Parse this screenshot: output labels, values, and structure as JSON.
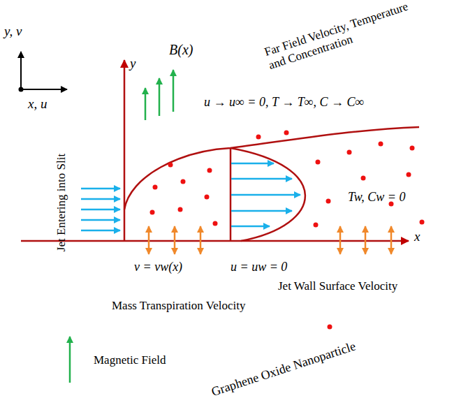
{
  "diagram": {
    "labels": [
      "y, v",
      "x, u",
      "y",
      "B(x)",
      "Far Field Velocity, Temperature and Concentration",
      "u → u∞ = 0, T → T∞, C → C∞",
      "Jet Entering into Slit",
      "Tw, Cw = 0",
      "x",
      "v = vw(x)",
      "u = uw = 0",
      "Jet Wall Surface Velocity",
      "Mass Transpiration Velocity"
    ],
    "legend": [
      {
        "text": "Magnetic Field"
      },
      {
        "text": "Graphene Oxide Nanoparticle"
      }
    ]
  }
}
